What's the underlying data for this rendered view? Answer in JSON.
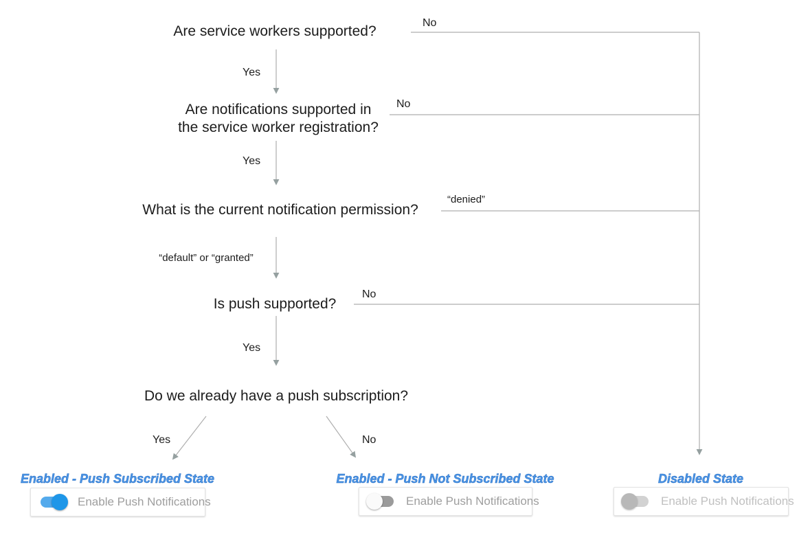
{
  "flow": {
    "q1": {
      "text": "Are service workers supported?",
      "yes": "Yes",
      "no": "No"
    },
    "q2": {
      "text": "Are notifications supported in\nthe service worker registration?",
      "yes": "Yes",
      "no": "No"
    },
    "q3": {
      "text": "What is the current notification permission?",
      "denied": "“denied”",
      "default_or_granted": "“default” or “granted”"
    },
    "q4": {
      "text": "Is push supported?",
      "yes": "Yes",
      "no": "No"
    },
    "q5": {
      "text": "Do we already have a push subscription?",
      "yes": "Yes",
      "no": "No"
    }
  },
  "states": [
    {
      "title": "Enabled - Push Subscribed State",
      "toggle": "on",
      "label": "Enable Push Notifications"
    },
    {
      "title": "Enabled - Push Not Subscribed State",
      "toggle": "off",
      "label": "Enable Push Notifications"
    },
    {
      "title": "Disabled State",
      "toggle": "disabled",
      "label": "Enable Push Notifications"
    }
  ],
  "colors": {
    "connector_line": "#aeaeae",
    "arrowhead": "#95a0a0",
    "question_text": "#1c1c1c",
    "state_title_blue": "#4a95e6",
    "toggle_on_thumb": "#1e96e8",
    "toggle_on_track": "#54aaec",
    "toggle_off_track": "#9b9b9b",
    "toggle_off_thumb": "#fafafa",
    "toggle_disabled_track": "#d2d2d2",
    "toggle_disabled_thumb": "#b8b8b8",
    "card_label_gray": "#9e9e9e",
    "card_label_disabled": "#c0c0c0"
  }
}
